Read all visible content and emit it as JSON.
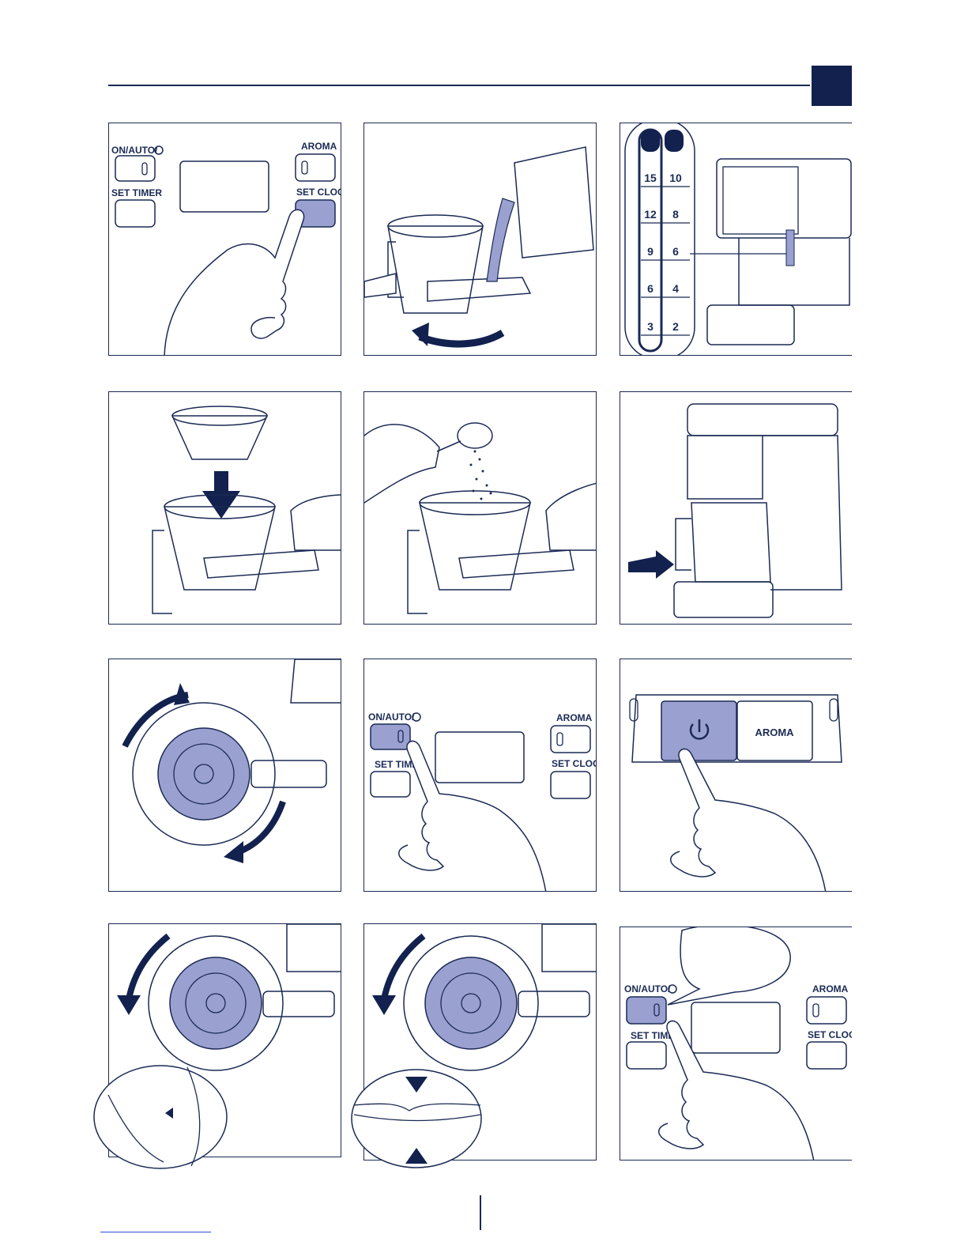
{
  "labels": {
    "on_auto": "ON/AUTO/",
    "aroma": "AROMA",
    "set_timer": "SET TIMER",
    "set_clock": "SET CLOCK"
  },
  "cup_scale": {
    "large_cups": [
      "15",
      "12",
      "9",
      "6",
      "3"
    ],
    "small_cups": [
      "10",
      "8",
      "6",
      "4",
      "2"
    ]
  },
  "icons": [
    "power-icon",
    "cup-icon",
    "mug-icon",
    "arrow-icon",
    "hand-icon"
  ],
  "colors": {
    "accent": "#9aa0cf",
    "ink": "#1b2a55",
    "tab": "#12214e"
  }
}
